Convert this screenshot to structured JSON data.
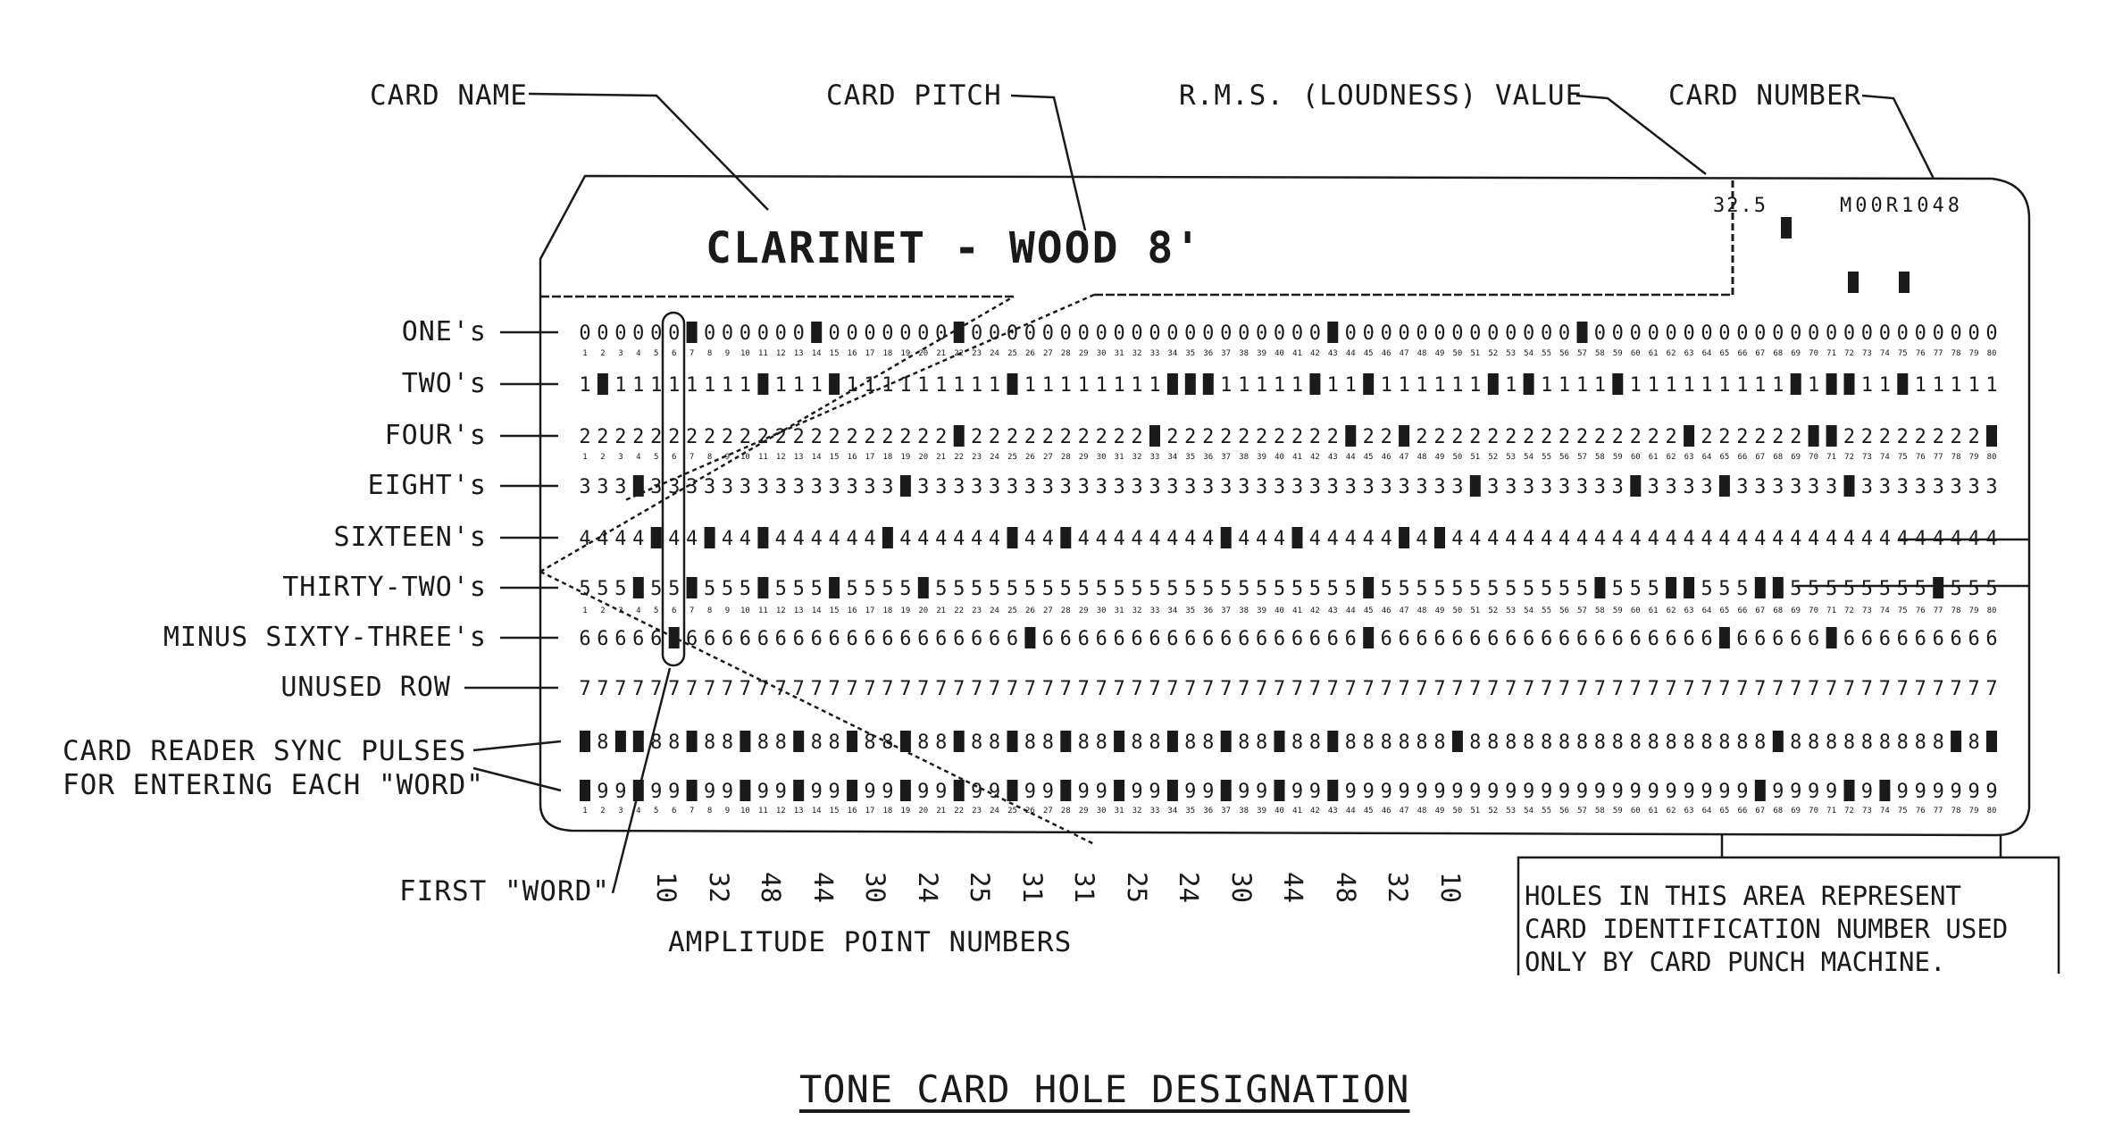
{
  "callouts": {
    "card_name": "CARD NAME",
    "card_pitch": "CARD PITCH",
    "rms_value": "R.M.S. (LOUDNESS) VALUE",
    "card_number": "CARD NUMBER"
  },
  "card": {
    "name": "CLARINET - WOOD 8'",
    "rms": "32.5",
    "number": "M00R1048",
    "columns": 80
  },
  "rows": [
    {
      "label": "ONE's",
      "digit": "0"
    },
    {
      "label": "TWO's",
      "digit": "1"
    },
    {
      "label": "FOUR's",
      "digit": "2"
    },
    {
      "label": "EIGHT's",
      "digit": "3"
    },
    {
      "label": "SIXTEEN's",
      "digit": "4"
    },
    {
      "label": "THIRTY-TWO's",
      "digit": "5"
    },
    {
      "label": "MINUS SIXTY-THREE's",
      "digit": "6"
    },
    {
      "label": "UNUSED ROW",
      "digit": "7"
    },
    {
      "label": "",
      "digit": "8"
    },
    {
      "label": "",
      "digit": "9"
    }
  ],
  "sync_label": {
    "line1": "CARD READER SYNC PULSES",
    "line2": "FOR ENTERING EACH \"WORD\""
  },
  "first_word": "FIRST \"WORD\"",
  "amplitude_points": [
    "10",
    "32",
    "48",
    "44",
    "30",
    "24",
    "25",
    "31",
    "31",
    "25",
    "24",
    "30",
    "44",
    "48",
    "32",
    "10"
  ],
  "amplitude_label": "AMPLITUDE POINT NUMBERS",
  "id_area_note": {
    "line1": "HOLES IN THIS AREA REPRESENT",
    "line2": "CARD IDENTIFICATION NUMBER USED",
    "line3": "ONLY BY CARD PUNCH MACHINE."
  },
  "figure_title": "TONE CARD HOLE DESIGNATION"
}
